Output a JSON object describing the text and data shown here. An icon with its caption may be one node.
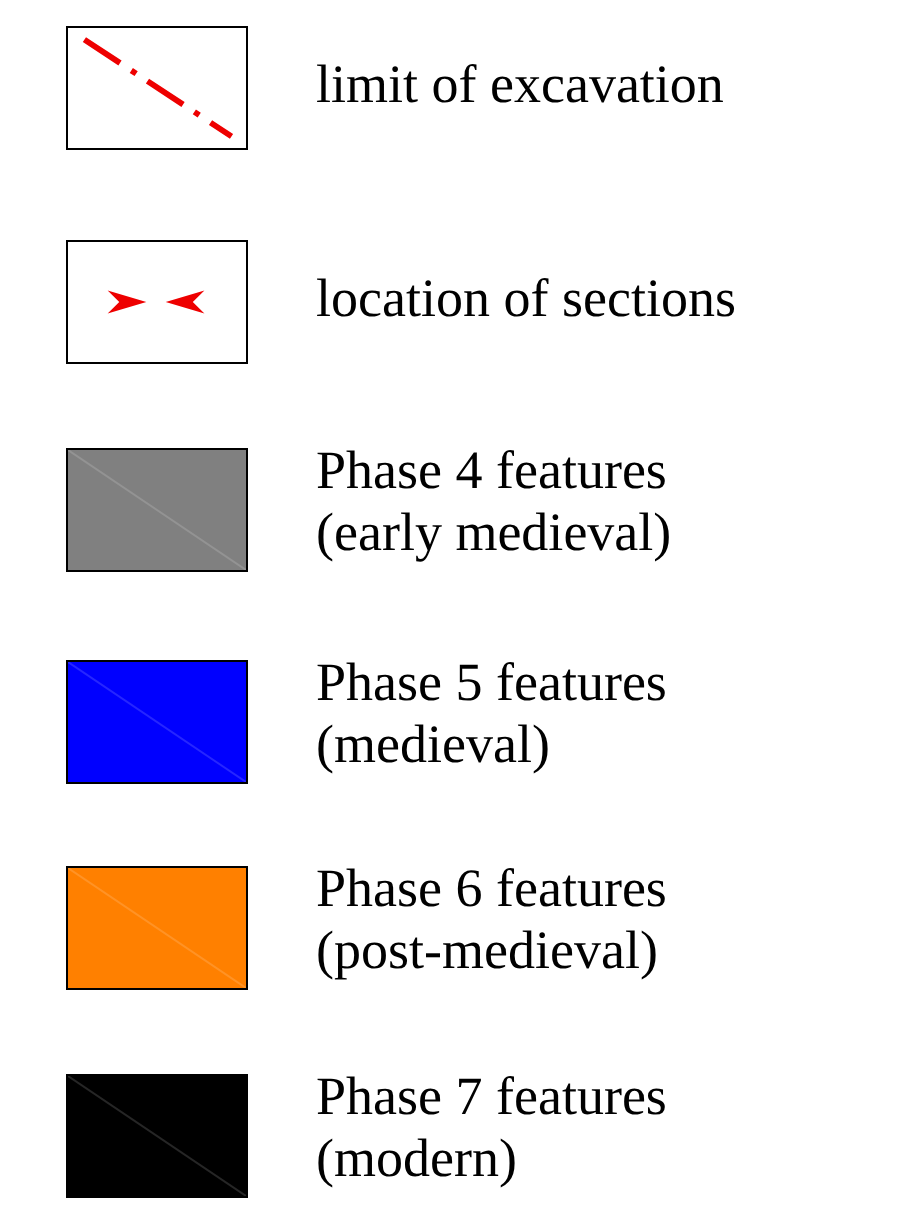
{
  "diagram": {
    "legend": [
      {
        "text": "limit of excavation"
      },
      {
        "text": "location of sections"
      },
      {
        "text": "Phase 4 features (early medieval)",
        "color": "#808080"
      },
      {
        "text": "Phase 5 features (medieval)",
        "color": "#0000ff"
      },
      {
        "text": "Phase 6 features (post-medieval)",
        "color": "#ff8000"
      },
      {
        "text": "Phase 7 features (modern)",
        "color": "#000000"
      }
    ]
  }
}
